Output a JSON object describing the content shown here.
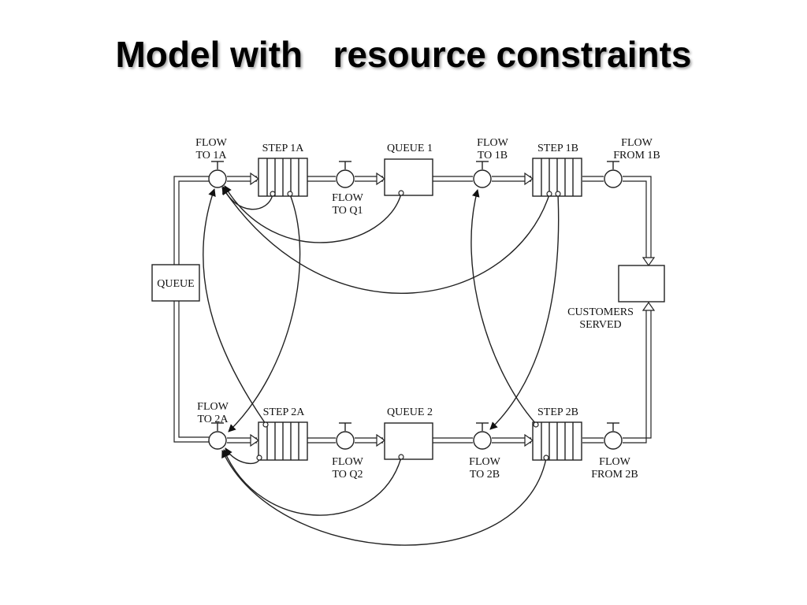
{
  "slide": {
    "title": "Model with   resource constraints"
  },
  "diagram": {
    "valves": {
      "flow_to_1a": [
        "FLOW",
        "TO 1A"
      ],
      "flow_to_q1": [
        "FLOW",
        "TO Q1"
      ],
      "flow_to_1b": [
        "FLOW",
        "TO 1B"
      ],
      "flow_from_1b": [
        "FLOW",
        "FROM 1B"
      ],
      "flow_to_2a": [
        "FLOW",
        "TO 2A"
      ],
      "flow_to_q2": [
        "FLOW",
        "TO Q2"
      ],
      "flow_to_2b": [
        "FLOW",
        "TO 2B"
      ],
      "flow_from_2b": [
        "FLOW",
        "FROM 2B"
      ]
    },
    "stocks": {
      "step_1a": "STEP 1A",
      "queue_1": "QUEUE 1",
      "step_1b": "STEP 1B",
      "queue": "QUEUE",
      "customers_served": [
        "CUSTOMERS",
        "SERVED"
      ],
      "step_2a": "STEP 2A",
      "queue_2": "QUEUE 2",
      "step_2b": "STEP 2B"
    }
  }
}
